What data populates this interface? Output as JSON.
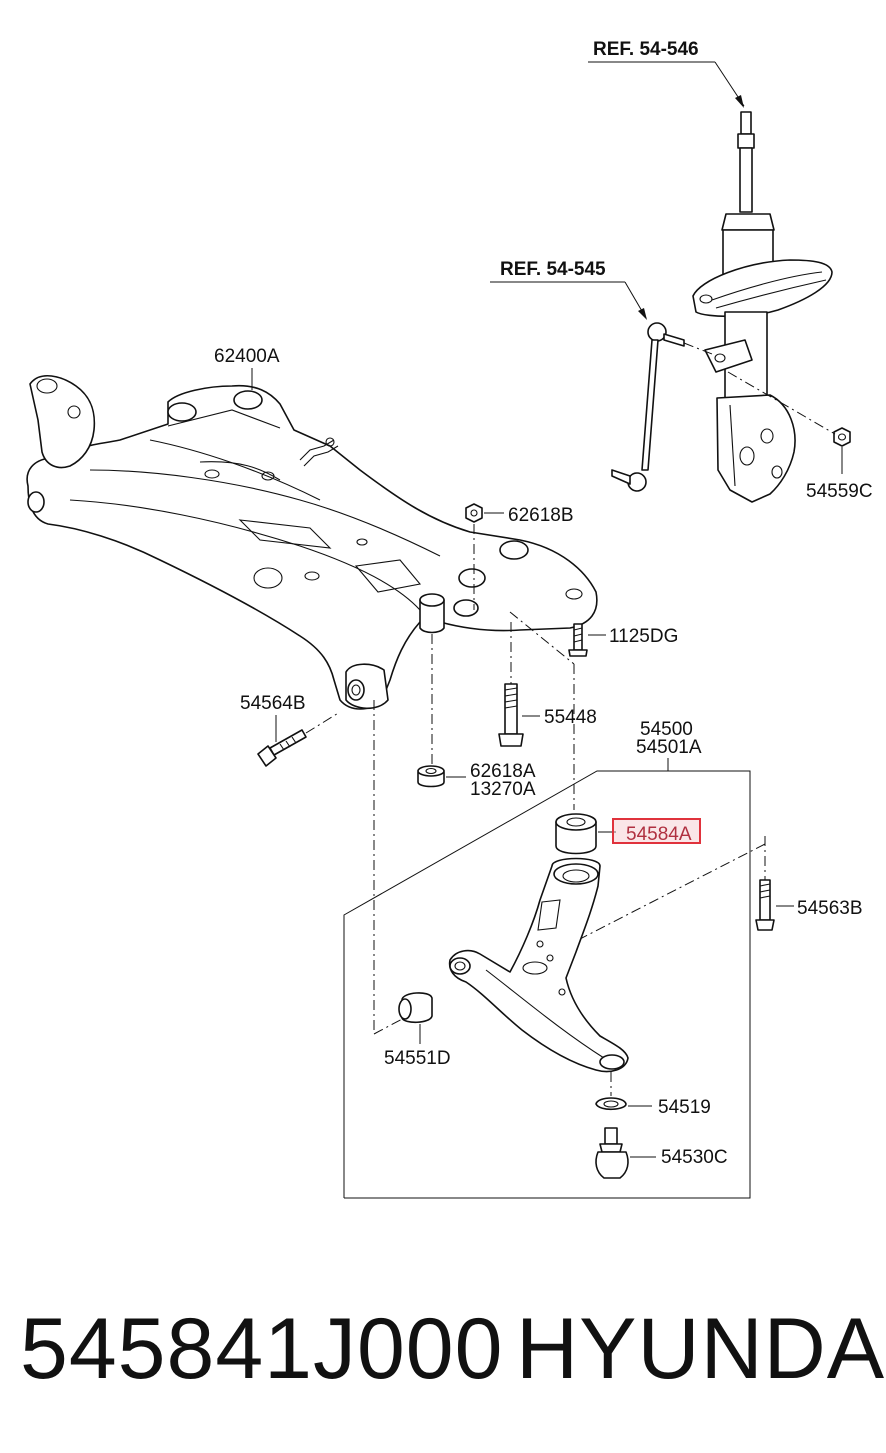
{
  "labels": {
    "ref_54546": "REF. 54-546",
    "ref_54545": "REF. 54-545",
    "p62400A": "62400A",
    "p62618B": "62618B",
    "p54559C": "54559C",
    "p1125DG": "1125DG",
    "p54564B": "54564B",
    "p55448": "55448",
    "p54500": "54500",
    "p54501A": "54501A",
    "p62618A": "62618A",
    "p13270A": "13270A",
    "p54584A": "54584A",
    "p54563B": "54563B",
    "p54551D": "54551D",
    "p54519": "54519",
    "p54530C": "54530C"
  },
  "footer": {
    "part_number": "545841J000",
    "brand": "HYUNDAI"
  },
  "colors": {
    "highlight": "#e0323c",
    "highlight_fill": "#f4c7cb"
  }
}
